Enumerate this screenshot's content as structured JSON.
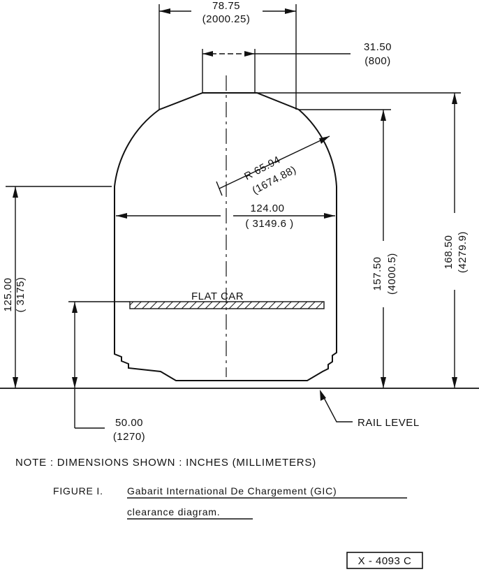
{
  "dimensions": {
    "top_width": {
      "inches": "78.75",
      "mm": "(2000.25)"
    },
    "top_flat": {
      "inches": "31.50",
      "mm": "(800)"
    },
    "radius": {
      "inches": "R 65.94",
      "mm": "(1674.88)"
    },
    "width": {
      "inches": "124.00",
      "mm": "( 3149.6 )"
    },
    "side_height": {
      "inches": "125.00",
      "mm": "( 3175)"
    },
    "height_157": {
      "inches": "157.50",
      "mm": "(4000.5)"
    },
    "height_168": {
      "inches": "168.50",
      "mm": "(4279.9)"
    },
    "flat_car_height": {
      "inches": "50.00",
      "mm": "(1270)"
    }
  },
  "labels": {
    "flat_car": "FLAT  CAR",
    "rail_level": "RAIL  LEVEL"
  },
  "note": "NOTE : DIMENSIONS SHOWN : INCHES (MILLIMETERS)",
  "caption": {
    "prefix": "FIGURE  I.",
    "line1": "Gabarit  International  De  Chargement (GIC)",
    "line2": "clearance  diagram."
  },
  "figure_id": "X - 4093 C"
}
